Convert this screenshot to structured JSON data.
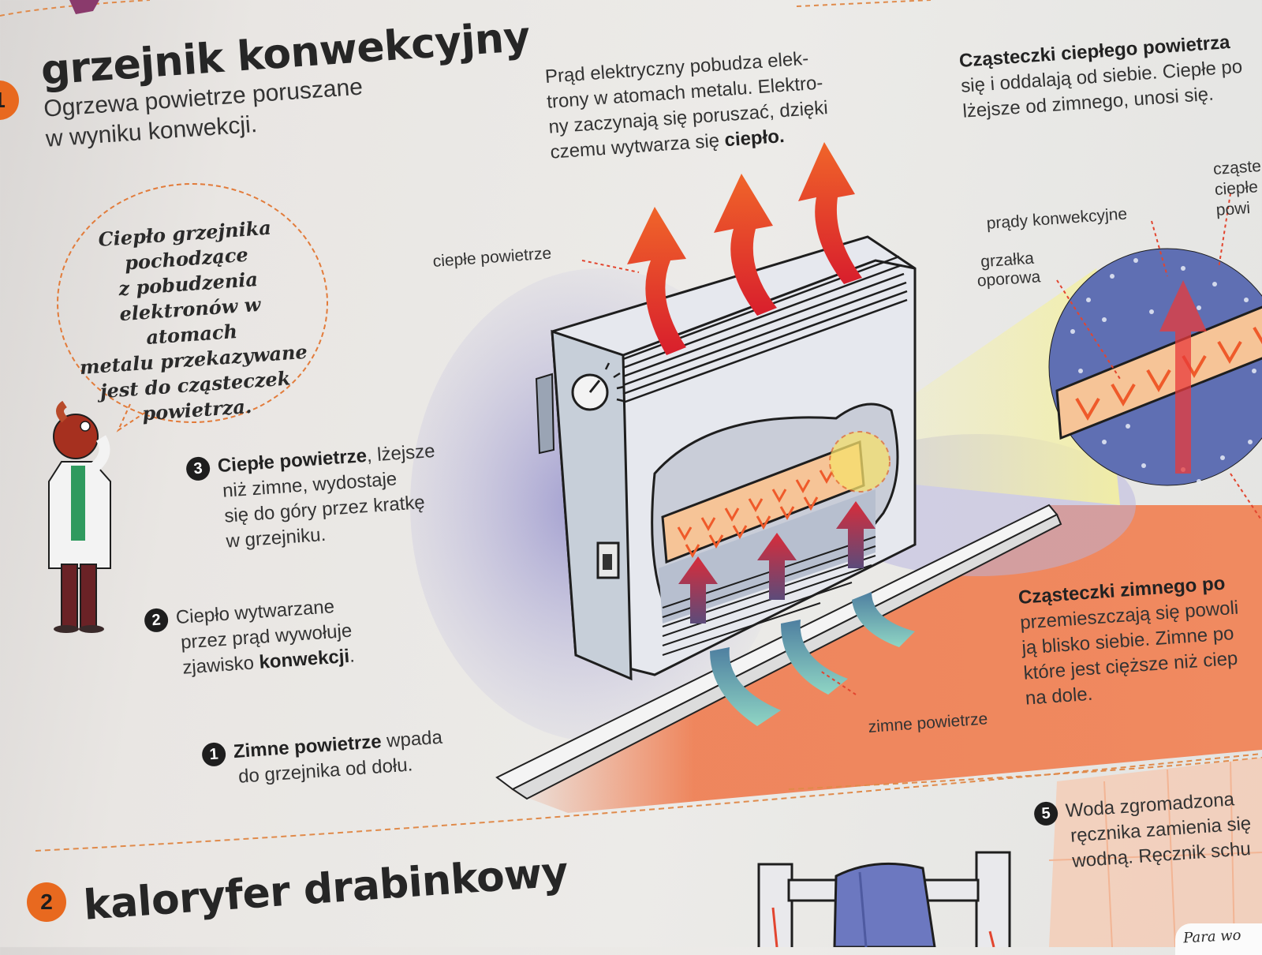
{
  "section1": {
    "badge": "1",
    "title": "grzejnik konwekcyjny",
    "subtitle_line1": "Ogrzewa powietrze poruszane",
    "subtitle_line2": "w wyniku konwekcji.",
    "bubble": [
      "Ciepło grzejnika",
      "pochodzące",
      "z pobudzenia",
      "elektronów w atomach",
      "metalu przekazywane",
      "jest do cząsteczek",
      "powietrza."
    ],
    "top_text_lines": [
      "Prąd elektryczny pobudza elek-",
      "trony w atomach metalu. Elektro-",
      "ny zaczynają się poruszać, dzięki"
    ],
    "top_text_last": "czemu wytwarza się ",
    "top_text_bold": "ciepło.",
    "step3": {
      "num": "3",
      "bold": "Ciepłe powietrze",
      "text1": ", lżejsze",
      "lines": [
        "niż zimne, wydostaje",
        "się do góry przez kratkę",
        "w grzejniku."
      ]
    },
    "step2": {
      "num": "2",
      "lines": [
        "Ciepło wytwarzane",
        "przez prąd wywołuje"
      ],
      "line3_pre": "zjawisko ",
      "line3_bold": "konwekcji",
      "line3_post": "."
    },
    "step1": {
      "num": "1",
      "bold": "Zimne powietrze",
      "text1": " wpada",
      "line2": "do grzejnika od dołu."
    },
    "labels": {
      "warm_air": "ciepłe powietrze",
      "cold_air": "zimne powietrze",
      "convection_currents": "prądy konwekcyjne",
      "heater_element_1": "grzałka",
      "heater_element_2": "oporowa",
      "warm_particles_partial": [
        "cząste",
        "ciepłe",
        "powi"
      ]
    },
    "right_top": {
      "bold": "Cząsteczki ciepłego powietrza",
      "lines": [
        "się i oddalają od siebie. Ciepłe po",
        "lżejsze od zimnego, unosi się."
      ]
    },
    "right_mid": {
      "bold": "Cząsteczki zimnego po",
      "lines": [
        "przemieszczają się powoli",
        "ją blisko siebie. Zimne po",
        "które jest cięższe niż ciep",
        "na dole."
      ]
    }
  },
  "section2": {
    "badge": "2",
    "title": "kaloryfer drabinkowy",
    "step5": {
      "num": "5",
      "lines": [
        "Woda zgromadzona",
        "ręcznika zamienia się",
        "wodną. Ręcznik schu"
      ]
    },
    "corner": "Para wo"
  },
  "colors": {
    "accent_orange": "#e8691f",
    "warm_red": "#e53a2c",
    "cold_teal": "#7fc8b8",
    "dashed_line": "#e08a4a"
  }
}
